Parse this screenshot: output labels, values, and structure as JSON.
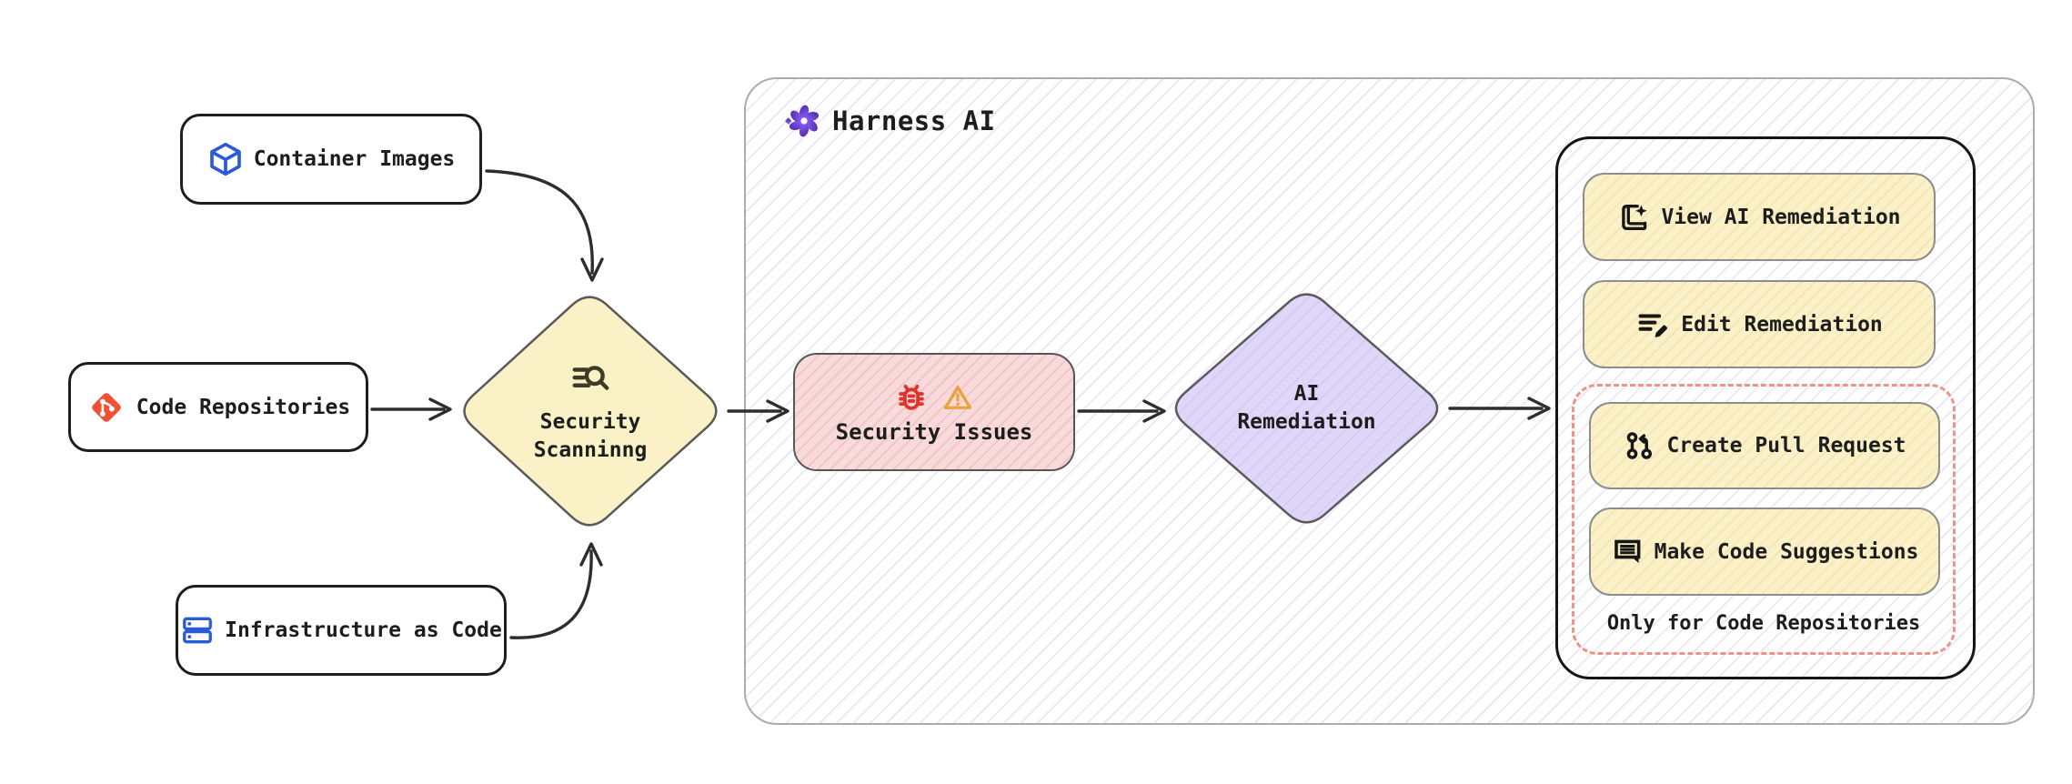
{
  "sources": [
    {
      "label": "Container Images",
      "icon": "cube-icon"
    },
    {
      "label": "Code Repositories",
      "icon": "git-icon"
    },
    {
      "label": "Infrastructure as Code",
      "icon": "server-stack-icon"
    }
  ],
  "scanning": {
    "line1": "Security",
    "line2": "Scanninng",
    "icon": "scan-search-icon"
  },
  "harness": {
    "title": "Harness AI",
    "icon": "harness-ai-flower-icon"
  },
  "issues": {
    "label": "Security Issues",
    "icons": [
      "bug-icon",
      "warning-icon"
    ]
  },
  "remediation": {
    "line1": "AI",
    "line2": "Remediation"
  },
  "actions": {
    "view": {
      "label": "View AI Remediation",
      "icon": "journal-sparkle-icon"
    },
    "edit": {
      "label": "Edit Remediation",
      "icon": "list-pencil-icon"
    },
    "create_pr": {
      "label": "Create Pull Request",
      "icon": "pull-request-icon"
    },
    "suggest": {
      "label": "Make Code Suggestions",
      "icon": "comment-lines-icon"
    },
    "note": "Only for Code Repositories"
  },
  "colors": {
    "node_yellow": "#FBF1C6",
    "node_pink": "#F9DADB",
    "node_lavender": "#DFD6F8",
    "button_cream": "#FBF1C8",
    "dashed_red": "#EF9287",
    "stripe_lavender": "#E7E5F7",
    "harness_purple": "#6D3BEF",
    "git_orange": "#F05033",
    "icon_blue": "#2A5BD9",
    "bug_red": "#E0352C",
    "warning_orange": "#EBA23B",
    "arrow_dark": "#2D2D2D"
  }
}
